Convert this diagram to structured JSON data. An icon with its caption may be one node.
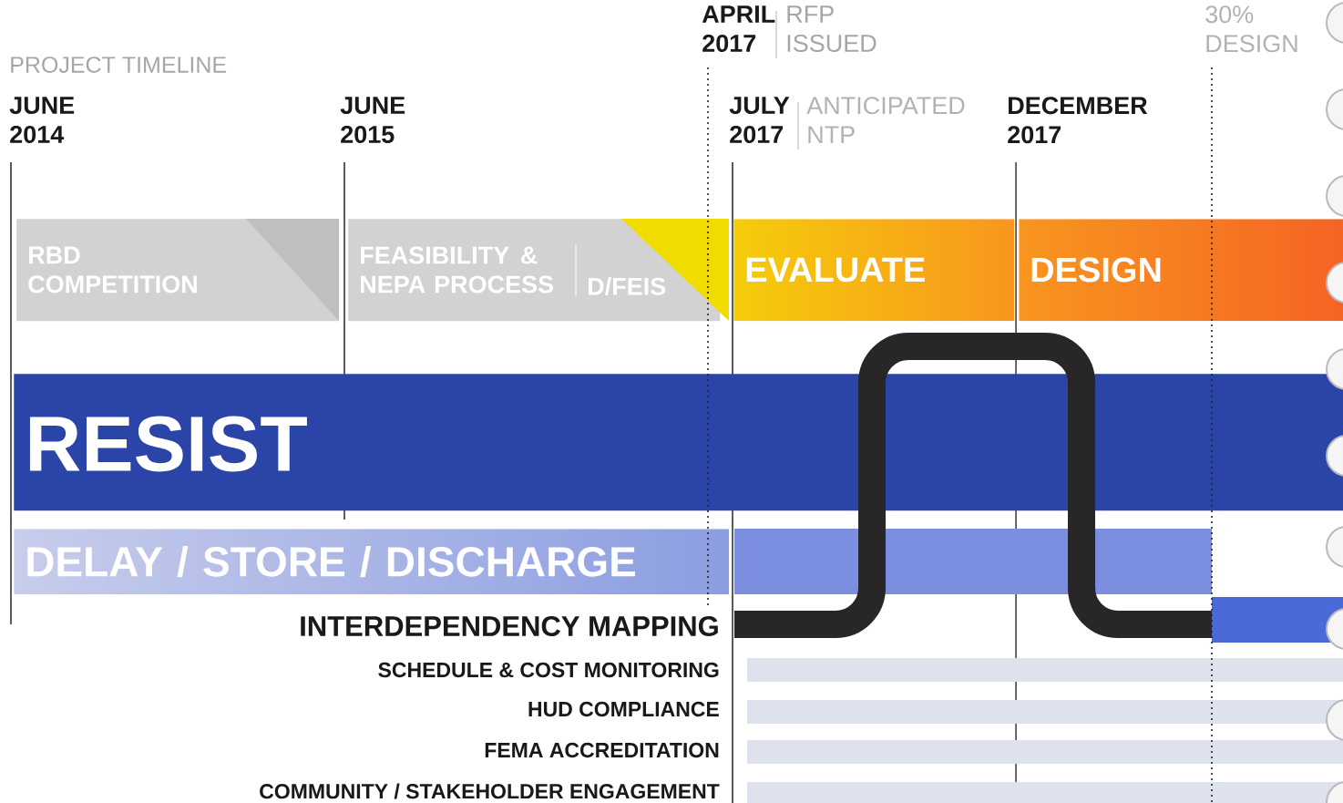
{
  "diagram": {
    "nodes": [
      {
        "text": [
          "RBD COMPETITION"
        ]
      },
      {
        "text": [
          "FEASIBILITY & NEPA PROCESS",
          "D/FEIS"
        ]
      },
      {
        "text": [
          "EVALUATE"
        ]
      },
      {
        "text": [
          "DESIGN"
        ]
      },
      {
        "text": [
          "RESIST"
        ]
      },
      {
        "text": [
          "DELAY / STORE / DISCHARGE"
        ]
      }
    ],
    "labels": [
      "PROJECT TIMELINE",
      "JUNE 2014",
      "JUNE 2015",
      "APRIL 2017",
      "RFP ISSUED",
      "JULY 2017",
      "ANTICIPATED NTP",
      "DECEMBER 2017",
      "30% DESIGN",
      "INTERDEPENDENCY MAPPING",
      "SCHEDULE & COST MONITORING",
      "HUD COMPLIANCE",
      "FEMA ACCREDITATION",
      "COMMUNITY / STAKEHOLDER ENGAGEMENT"
    ]
  }
}
